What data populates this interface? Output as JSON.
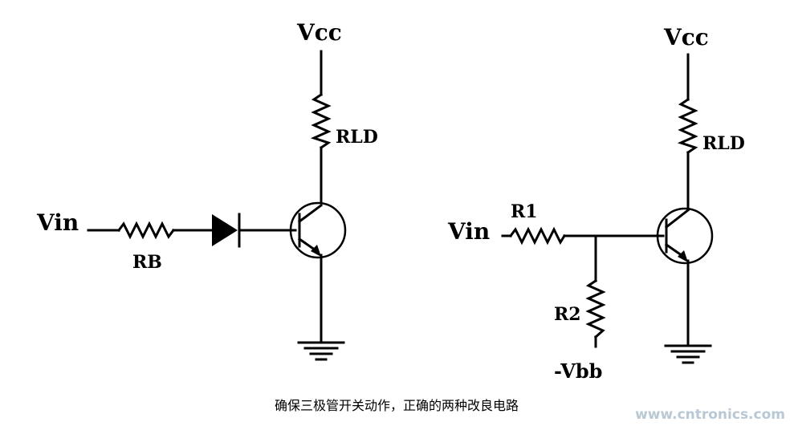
{
  "left_circuit": {
    "vcc": "Vcc",
    "rld": "RLD",
    "vin": "Vin",
    "rb": "RB"
  },
  "right_circuit": {
    "vcc": "Vcc",
    "rld": "RLD",
    "vin": "Vin",
    "r1": "R1",
    "r2": "R2",
    "vbb": "-Vbb"
  },
  "caption": "确保三极管开关动作，正确的两种改良电路",
  "watermark": "www.cntronics.com"
}
